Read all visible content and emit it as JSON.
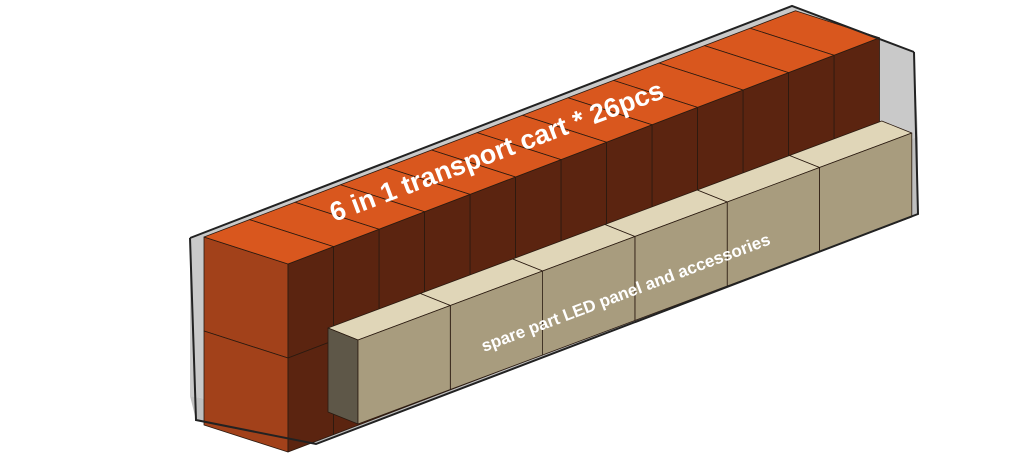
{
  "diagram": {
    "labels": {
      "carts": "6 in 1 transport cart * 26pcs",
      "spares": "spare part LED panel and  accessories"
    },
    "colors": {
      "cart_top": "#d9571e",
      "cart_front": "#a2411a",
      "cart_side": "#5b2410",
      "spare_top": "#e0d6b8",
      "spare_front": "#a89c7e",
      "spare_side": "#5e5748",
      "container_wall": "#c9c9c9",
      "container_edge": "#222222"
    },
    "counts": {
      "cart_columns": 13,
      "cart_rows": 2,
      "spare_boxes": 6
    }
  }
}
